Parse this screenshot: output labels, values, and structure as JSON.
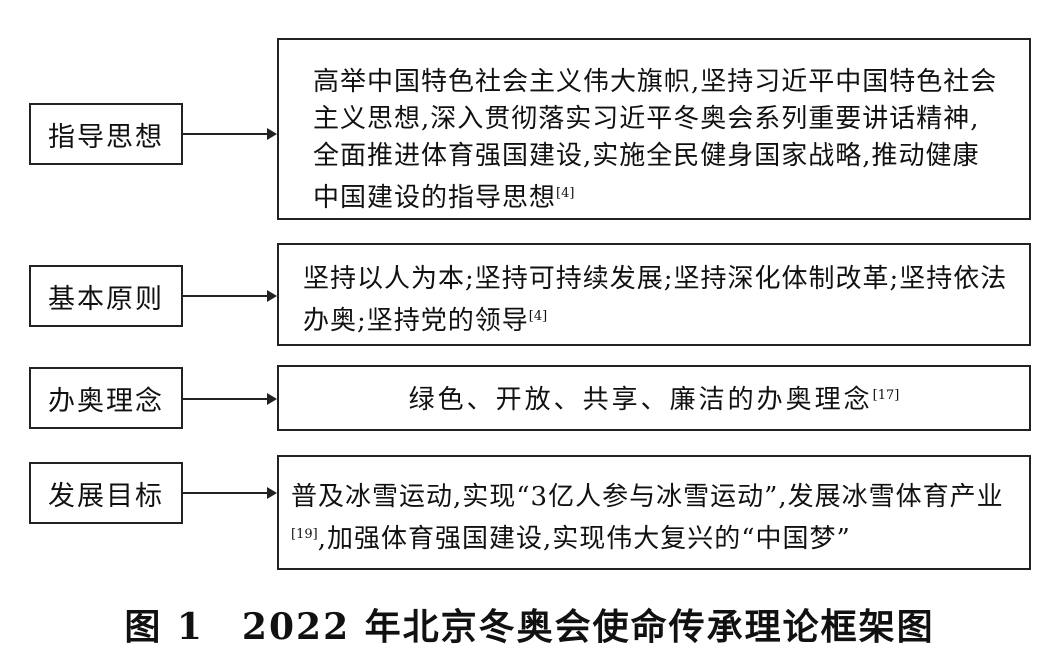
{
  "rows": [
    {
      "label": "指导思想",
      "text": "高举中国特色社会主义伟大旗帜,坚持习近平中国特色社会主义思想,深入贯彻落实习近平冬奥会系列重要讲话精神,全面推进体育强国建设,实施全民健身国家战略,推动健康中国建设的指导思想",
      "ref": "[4]"
    },
    {
      "label": "基本原则",
      "text": "坚持以人为本;坚持可持续发展;坚持深化体制改革;坚持依法办奥;坚持党的领导",
      "ref": "[4]"
    },
    {
      "label": "办奥理念",
      "text": "绿色、开放、共享、廉洁的办奥理念",
      "ref": "[17]"
    },
    {
      "label": "发展目标",
      "text_a": "普及冰雪运动,实现“3亿人参与冰雪运动”,发展冰雪体育产业",
      "ref": "[19]",
      "text_b": ",加强体育强国建设,实现伟大复兴的“中国梦”"
    }
  ],
  "caption": "图 1　2022 年北京冬奥会使命传承理论框架图"
}
